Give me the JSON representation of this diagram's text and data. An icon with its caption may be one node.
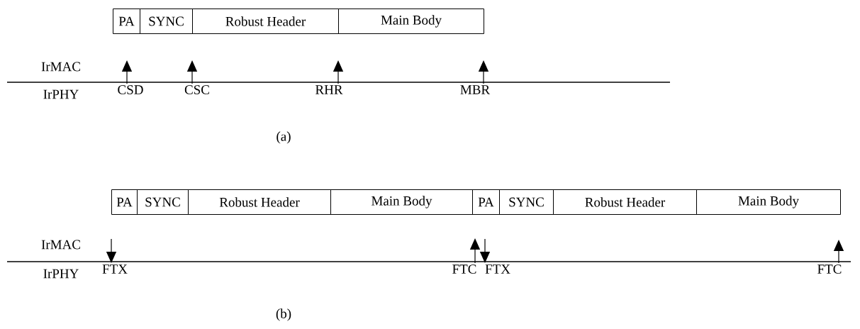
{
  "diagram": {
    "nodes": [
      {
        "text": [
          "PA"
        ]
      },
      {
        "text": [
          "SYNC"
        ]
      },
      {
        "text": [
          "Robust Header"
        ]
      },
      {
        "text": [
          "Main Body"
        ]
      },
      {
        "text": [
          "PA"
        ]
      },
      {
        "text": [
          "SYNC"
        ]
      },
      {
        "text": [
          "Robust Header"
        ]
      },
      {
        "text": [
          "Main Body"
        ]
      },
      {
        "text": [
          "PA"
        ]
      },
      {
        "text": [
          "SYNC"
        ]
      },
      {
        "text": [
          "Robust Header"
        ]
      },
      {
        "text": [
          "Main Body"
        ]
      },
      {
        "text": [
          "CSD"
        ]
      },
      {
        "text": [
          "CSC"
        ]
      },
      {
        "text": [
          "RHR"
        ]
      },
      {
        "text": [
          "MBR"
        ]
      },
      {
        "text": [
          "FTX"
        ]
      },
      {
        "text": [
          "FTC"
        ]
      },
      {
        "text": [
          "FTX"
        ]
      },
      {
        "text": [
          "FTC"
        ]
      }
    ],
    "edges": [
      {
        "from": 12,
        "to": null,
        "arrow": "to"
      },
      {
        "from": 13,
        "to": null,
        "arrow": "to"
      },
      {
        "from": 14,
        "to": null,
        "arrow": "to"
      },
      {
        "from": 15,
        "to": null,
        "arrow": "to"
      },
      {
        "from": null,
        "to": 16,
        "arrow": "to"
      },
      {
        "from": 17,
        "to": null,
        "arrow": "to"
      },
      {
        "from": null,
        "to": 18,
        "arrow": "to"
      },
      {
        "from": 19,
        "to": null,
        "arrow": "to"
      }
    ],
    "labels": [
      "IrMAC",
      "IrPHY",
      "(a)",
      "IrMAC",
      "IrPHY",
      "(b)"
    ]
  }
}
